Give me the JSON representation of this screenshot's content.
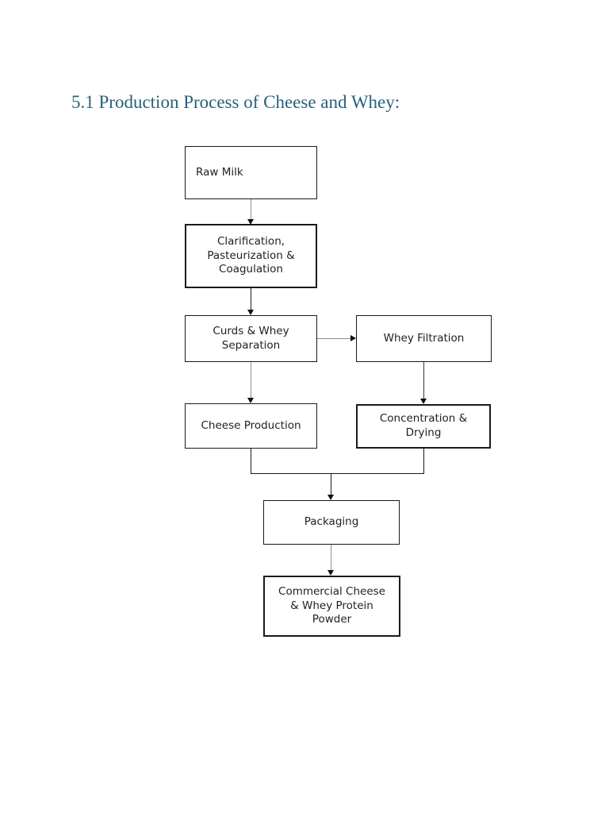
{
  "heading": {
    "text": "5.1 Production Process of Cheese and Whey:"
  },
  "colors": {
    "heading_text": "#28607A",
    "box_border": "#1a1a1a",
    "box_text": "#1f1f1f",
    "connector_gray": "#8f8f8f",
    "connector_black": "#1a1a1a"
  },
  "flowchart": {
    "boxes": [
      {
        "id": "raw-milk",
        "label": "Raw Milk"
      },
      {
        "id": "clarification-pasteurization-coagulation",
        "label": "Clarification,\nPasteurization &\nCoagulation"
      },
      {
        "id": "curds-whey-separation",
        "label": "Curds & Whey\nSeparation"
      },
      {
        "id": "whey-filtration",
        "label": "Whey Filtration"
      },
      {
        "id": "cheese-production",
        "label": "Cheese Production"
      },
      {
        "id": "concentration-drying",
        "label": "Concentration &\nDrying"
      },
      {
        "id": "packaging",
        "label": "Packaging"
      },
      {
        "id": "commercial-cheese-whey-protein-powder",
        "label": "Commercial Cheese\n& Whey Protein\nPowder"
      }
    ],
    "edges": [
      {
        "from": "raw-milk",
        "to": "clarification-pasteurization-coagulation"
      },
      {
        "from": "clarification-pasteurization-coagulation",
        "to": "curds-whey-separation"
      },
      {
        "from": "curds-whey-separation",
        "to": "whey-filtration"
      },
      {
        "from": "curds-whey-separation",
        "to": "cheese-production"
      },
      {
        "from": "whey-filtration",
        "to": "concentration-drying"
      },
      {
        "from": "cheese-production",
        "to": "packaging"
      },
      {
        "from": "concentration-drying",
        "to": "packaging"
      },
      {
        "from": "packaging",
        "to": "commercial-cheese-whey-protein-powder"
      }
    ]
  }
}
